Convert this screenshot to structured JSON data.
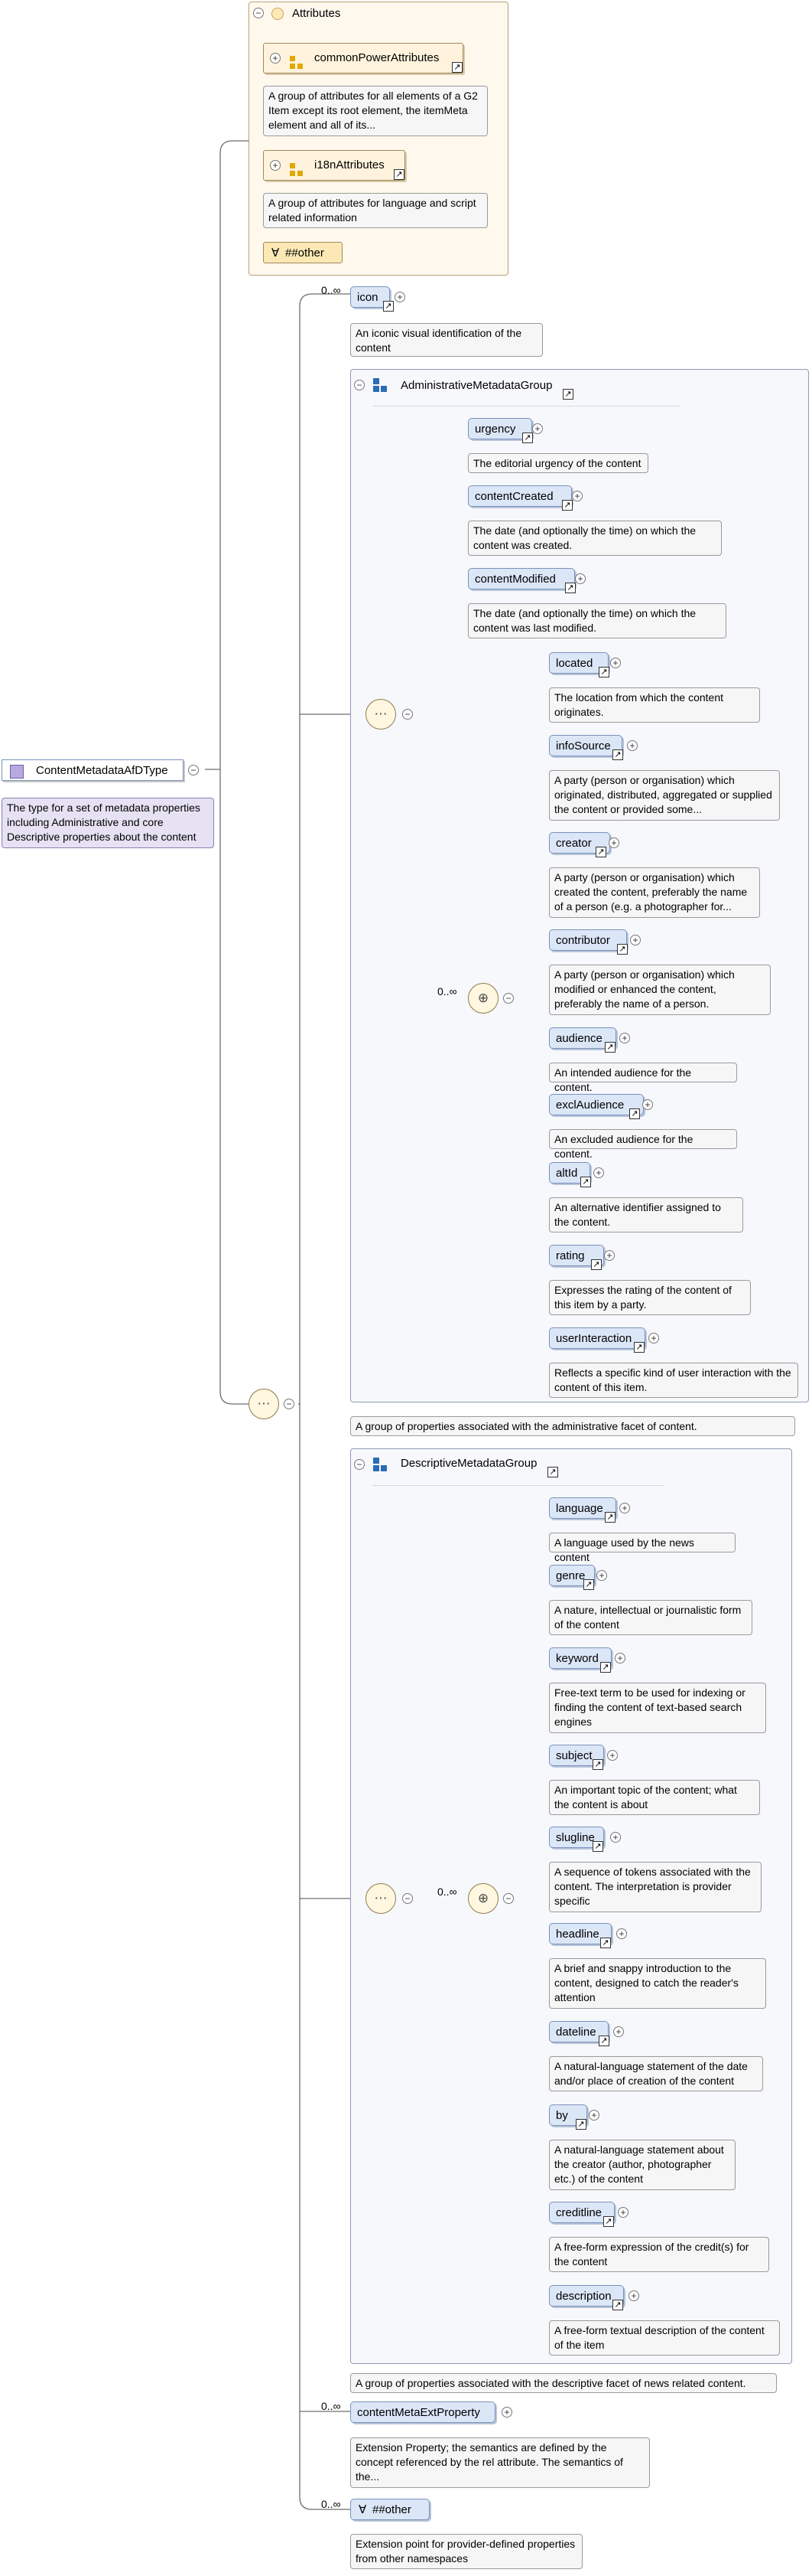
{
  "root": {
    "name": "ContentMetadataAfDType",
    "description": "The type for a set of metadata properties including Administrative and core Descriptive properties about the content"
  },
  "attributes_group": {
    "title": "Attributes",
    "items": [
      {
        "name": "commonPowerAttributes",
        "description": "A group of attributes for all elements of a G2 Item except its root element, the itemMeta element and all of its..."
      },
      {
        "name": "i18nAttributes",
        "description": "A group of attributes for language and script related information"
      }
    ],
    "other": "##other"
  },
  "icon_element": {
    "cardinality": "0..∞",
    "name": "icon",
    "description": "An iconic visual identification of the content"
  },
  "admin_group": {
    "title": "AdministrativeMetadataGroup",
    "description": "A group of properties associated with the administrative facet of content.",
    "choice_cardinality": "0..∞",
    "simple_items": [
      {
        "name": "urgency",
        "description": "The editorial urgency of the content"
      },
      {
        "name": "contentCreated",
        "description": "The date (and optionally the time) on which the content was created."
      },
      {
        "name": "contentModified",
        "description": "The date (and optionally the time) on which the content was last modified."
      }
    ],
    "choice_items": [
      {
        "name": "located",
        "description": "The location from which the content originates."
      },
      {
        "name": "infoSource",
        "description": "A party (person or organisation) which originated, distributed, aggregated or supplied the content or provided some..."
      },
      {
        "name": "creator",
        "description": "A party (person or organisation) which created the content, preferably the name of a person (e.g. a photographer for..."
      },
      {
        "name": "contributor",
        "description": "A party (person or organisation) which modified or enhanced the content, preferably the name of a person."
      },
      {
        "name": "audience",
        "description": "An intended audience for the content."
      },
      {
        "name": "exclAudience",
        "description": "An excluded audience for the content."
      },
      {
        "name": "altId",
        "description": "An alternative identifier assigned to the content."
      },
      {
        "name": "rating",
        "description": "Expresses the rating of the content of this item by a party."
      },
      {
        "name": "userInteraction",
        "description": "Reflects a specific kind of user interaction with the content of this item."
      }
    ]
  },
  "desc_group": {
    "title": "DescriptiveMetadataGroup",
    "description": "A group of properties associated with the descriptive facet of news related content.",
    "choice_cardinality": "0..∞",
    "choice_items": [
      {
        "name": "language",
        "description": "A language used by the news content"
      },
      {
        "name": "genre",
        "description": "A nature, intellectual or journalistic form of the content"
      },
      {
        "name": "keyword",
        "description": "Free-text term to be used for indexing or finding the content of text-based search engines"
      },
      {
        "name": "subject",
        "description": "An important topic of the content; what the content is about"
      },
      {
        "name": "slugline",
        "description": "A sequence of tokens associated with the content. The interpretation is provider specific"
      },
      {
        "name": "headline",
        "description": "A brief and snappy introduction to the content, designed to catch the reader's attention"
      },
      {
        "name": "dateline",
        "description": "A natural-language statement of the date and/or place of creation of the content"
      },
      {
        "name": "by",
        "description": "A natural-language statement about the creator (author, photographer etc.) of the content"
      },
      {
        "name": "creditline",
        "description": "A free-form expression of the credit(s) for the content"
      },
      {
        "name": "description",
        "description": "A free-form textual description of the content of the item"
      }
    ]
  },
  "ext_property": {
    "cardinality": "0..∞",
    "name": "contentMetaExtProperty",
    "description": "Extension Property; the semantics are defined by the concept referenced by the rel attribute. The semantics of the..."
  },
  "any_other": {
    "cardinality": "0..∞",
    "name": "##other",
    "description": "Extension point for provider-defined properties from other namespaces"
  },
  "colors": {
    "element_fill": "#dbe6f7",
    "description_fill": "#f6f6f6",
    "type_fill": "#e6e2f3",
    "attribute_fill": "#fff3dd"
  }
}
